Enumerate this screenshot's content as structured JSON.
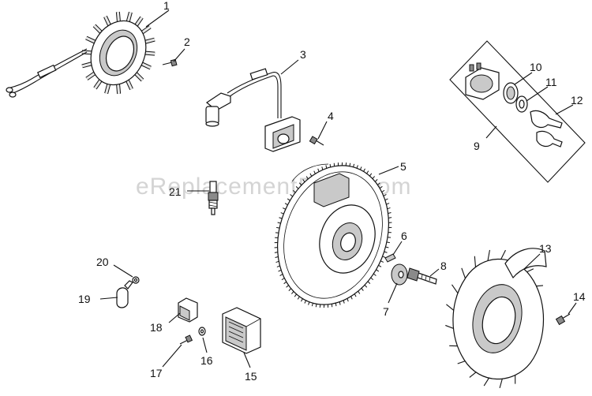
{
  "watermark": "eReplacementParts.com",
  "callouts": [
    {
      "id": "1",
      "label": "1"
    },
    {
      "id": "2",
      "label": "2"
    },
    {
      "id": "3",
      "label": "3"
    },
    {
      "id": "4",
      "label": "4"
    },
    {
      "id": "5",
      "label": "5"
    },
    {
      "id": "6",
      "label": "6"
    },
    {
      "id": "7",
      "label": "7"
    },
    {
      "id": "8",
      "label": "8"
    },
    {
      "id": "9",
      "label": "9"
    },
    {
      "id": "10",
      "label": "10"
    },
    {
      "id": "11",
      "label": "11"
    },
    {
      "id": "12",
      "label": "12"
    },
    {
      "id": "13",
      "label": "13"
    },
    {
      "id": "14",
      "label": "14"
    },
    {
      "id": "15",
      "label": "15"
    },
    {
      "id": "16",
      "label": "16"
    },
    {
      "id": "17",
      "label": "17"
    },
    {
      "id": "18",
      "label": "18"
    },
    {
      "id": "19",
      "label": "19"
    },
    {
      "id": "20",
      "label": "20"
    },
    {
      "id": "21",
      "label": "21"
    }
  ]
}
